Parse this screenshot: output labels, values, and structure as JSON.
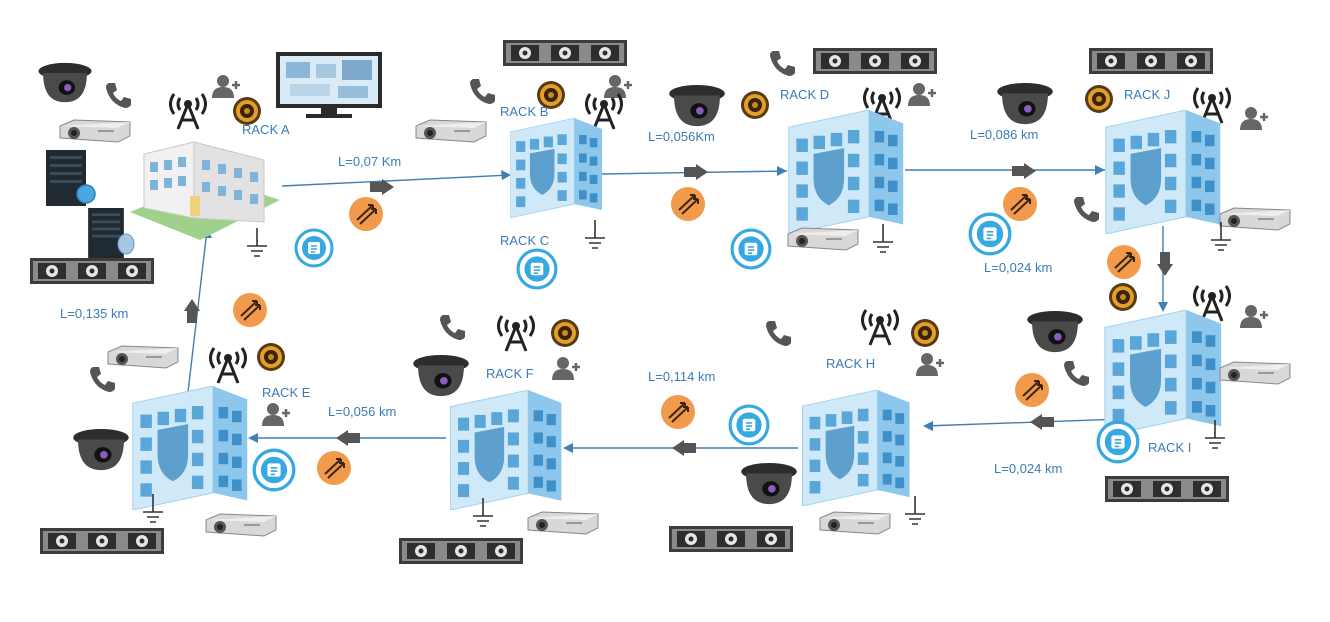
{
  "racks": {
    "a": "RACK A",
    "b": "RACK B",
    "c": "RACK C",
    "d": "RACK D",
    "e": "RACK E",
    "f": "RACK F",
    "h": "RACK H",
    "i": "RACK I",
    "j": "RACK J"
  },
  "links": {
    "a_b": "L=0,07 Km",
    "b_d": "L=0,056Km",
    "d_j": "L=0,086 km",
    "j_i": "L=0,024 km",
    "i_h": "L=0,024 km",
    "h_f": "L=0,114 km",
    "f_e": "L=0,056 km",
    "e_a": "L=0,135 km"
  },
  "colors": {
    "link": "#3f7fb5",
    "label": "#3a7cb5",
    "building_light": "#d4ecf9",
    "building_dark": "#8ec9ec",
    "fiber_orange": "#f29a4b",
    "network_blue": "#36a9e1",
    "rack_panel": "#3c3c3c"
  },
  "icons": [
    "building-icon",
    "office-building-icon",
    "server-icon",
    "camera-icon",
    "phone-icon",
    "projector-icon",
    "antenna-icon",
    "speaker-icon",
    "user-icon",
    "monitor-icon",
    "rack-panel-icon",
    "fiber-icon",
    "network-icon",
    "ground-icon",
    "arrow-icon"
  ]
}
